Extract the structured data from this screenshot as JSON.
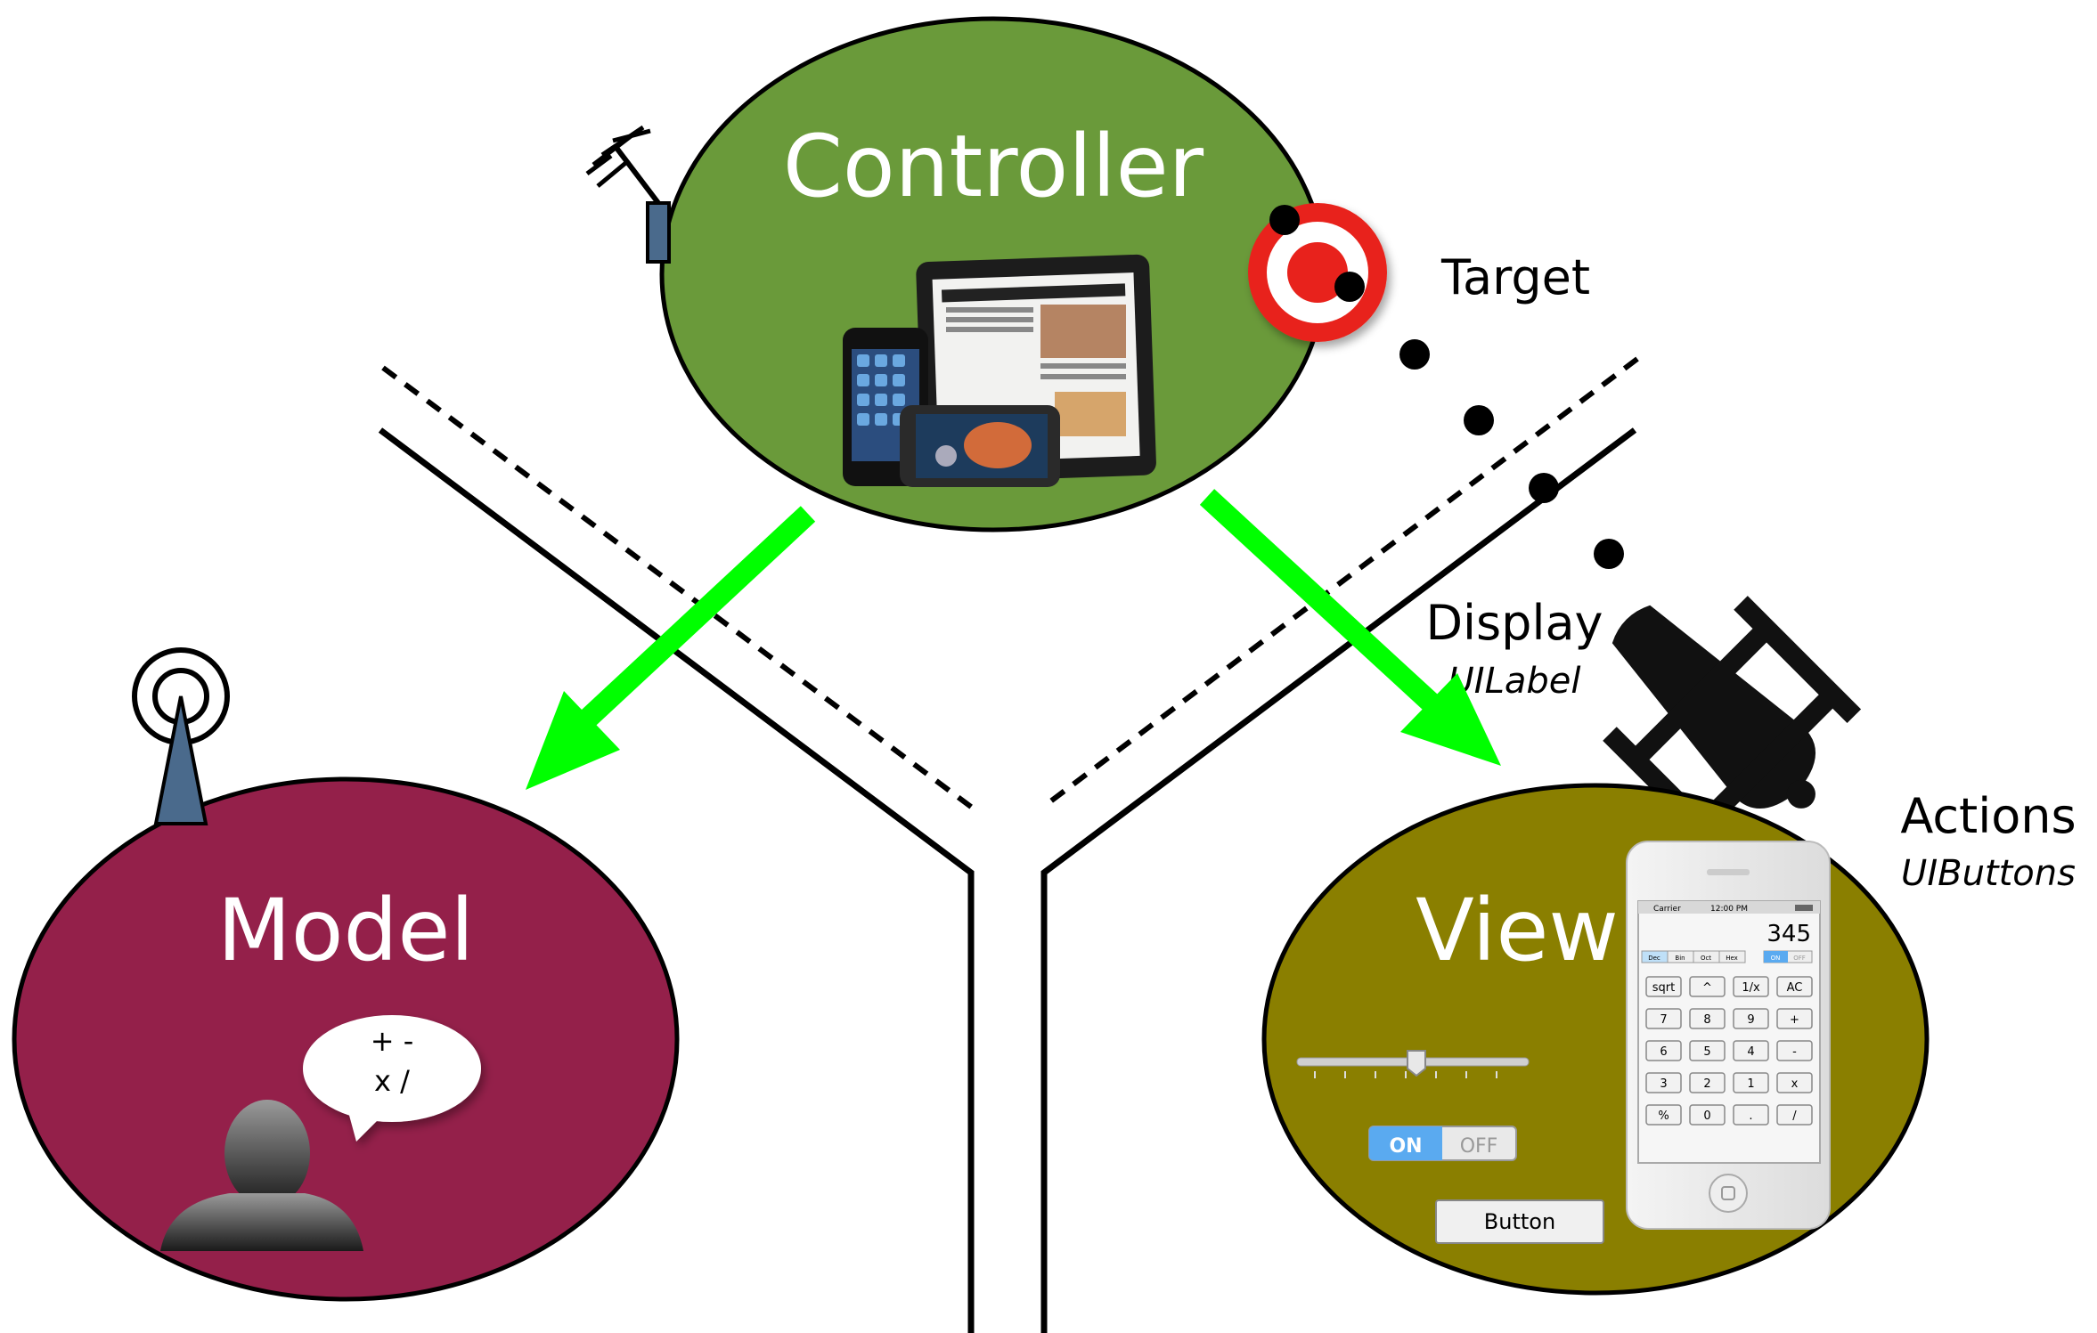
{
  "nodes": {
    "controller": {
      "label": "Controller",
      "color": "#6a9a3a"
    },
    "model": {
      "label": "Model",
      "color": "#94204a"
    },
    "view": {
      "label": "View",
      "color": "#8a7f00"
    }
  },
  "annotations": {
    "target": "Target",
    "display": "Display",
    "display_sub": "UILabel",
    "actions": "Actions",
    "actions_sub": "UIButtons"
  },
  "speech_bubble": {
    "line1": "+ -",
    "line2": "x /"
  },
  "view_widgets": {
    "switch_on": "ON",
    "switch_off": "OFF",
    "button_label": "Button"
  },
  "phone": {
    "carrier": "Carrier",
    "time": "12:00 PM",
    "display_value": "345",
    "modes": [
      "Dec",
      "Bin",
      "Oct",
      "Hex"
    ],
    "toggle_on": "ON",
    "toggle_off": "OFF",
    "keys": [
      [
        "sqrt",
        "^",
        "1/x",
        "AC"
      ],
      [
        "7",
        "8",
        "9",
        "+"
      ],
      [
        "6",
        "5",
        "4",
        "-"
      ],
      [
        "3",
        "2",
        "1",
        "x"
      ],
      [
        "%",
        "0",
        ".",
        "/"
      ]
    ]
  },
  "colors": {
    "arrow": "#00ff00",
    "target_red": "#e8231a",
    "antenna": "#4a6a8c"
  }
}
